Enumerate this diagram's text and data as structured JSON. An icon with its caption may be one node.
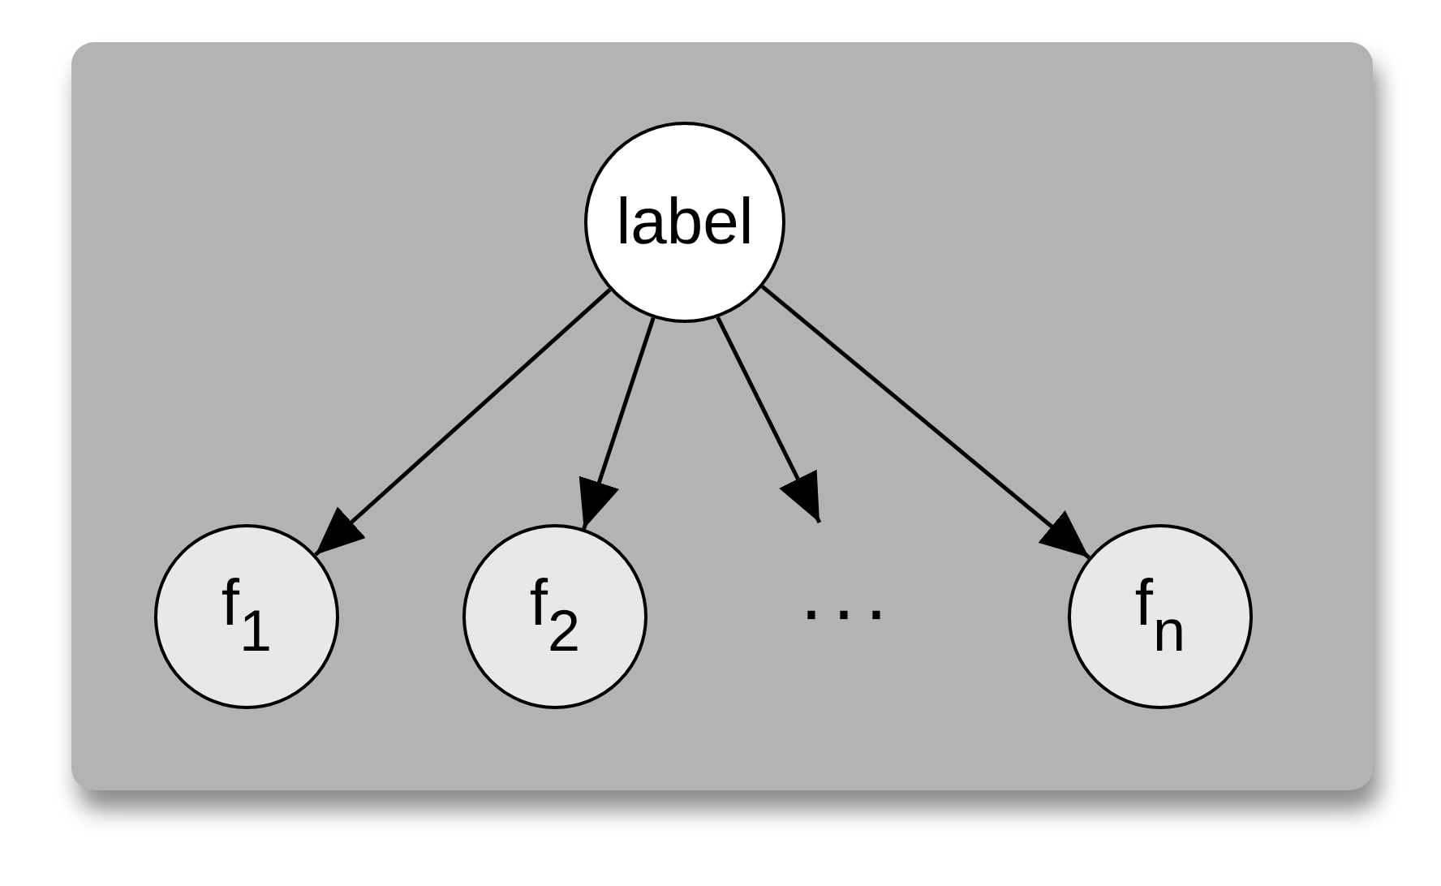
{
  "diagram": {
    "nodes": [
      {
        "text": [],
        "shape": "box"
      },
      {
        "text": [
          "label"
        ],
        "in": 0
      },
      {
        "text": [
          "f$_{1}$"
        ],
        "in": 0
      },
      {
        "text": [
          "f$_{2}$"
        ],
        "in": 0
      },
      {
        "text": [
          "···"
        ],
        "in": 0
      },
      {
        "text": [
          "f$_{n}$"
        ],
        "in": 0
      }
    ],
    "edges": [
      {
        "from": 1,
        "to": 2,
        "arrow": "to"
      },
      {
        "from": 1,
        "to": 3,
        "arrow": "to"
      },
      {
        "from": 1,
        "to": 4,
        "arrow": "to"
      },
      {
        "from": 1,
        "to": 5,
        "arrow": "to"
      }
    ]
  }
}
